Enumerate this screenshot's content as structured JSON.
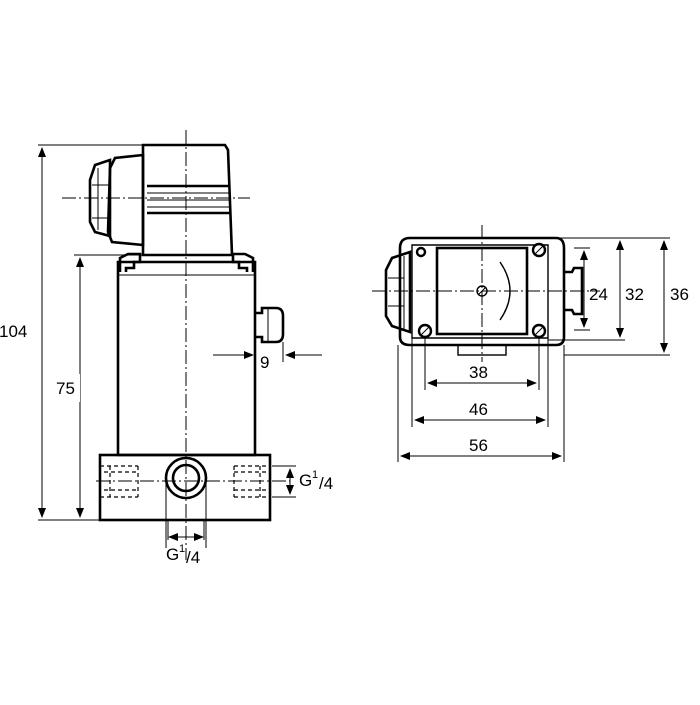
{
  "diagram": {
    "side_view": {
      "overall_height": "104",
      "body_height": "75",
      "knob_protrusion": "9",
      "side_port_thread": "G",
      "side_port_thread_sup": "1",
      "side_port_thread_sub": "/4",
      "bottom_port_thread": "G",
      "bottom_port_thread_sup": "1",
      "bottom_port_thread_sub": "/4"
    },
    "top_view": {
      "inner_height": "24",
      "middle_height": "32",
      "outer_height": "36",
      "hole_spacing": "38",
      "body_width": "46",
      "overall_width": "56"
    }
  }
}
